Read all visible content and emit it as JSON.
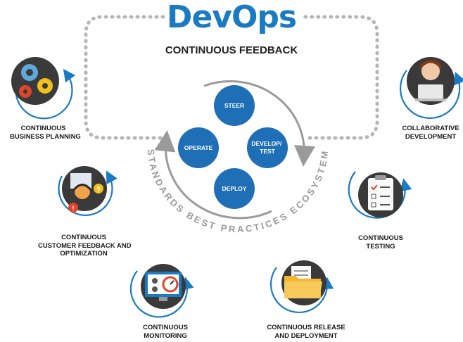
{
  "title": "DevOps",
  "subtitle": "CONTINUOUS FEEDBACK",
  "ring_text": "STANDARDS BEST PRACTICES ECOSYSTEM",
  "center": {
    "steer": "STEER",
    "operate": "OPERATE",
    "develop_test": "DEVELOP/ TEST",
    "deploy": "DEPLOY"
  },
  "stages": {
    "business_planning": [
      "CONTINUOUS",
      "BUSINESS PLANNING"
    ],
    "collaborative_development": [
      "COLLABORATIVE",
      "DEVELOPMENT"
    ],
    "customer_feedback": [
      "CONTINUOUS",
      "CUSTOMER FEEDBACK AND",
      "OPTIMIZATION"
    ],
    "testing": [
      "CONTINUOUS",
      "TESTING"
    ],
    "monitoring": [
      "CONTINUOUS",
      "MONITORING"
    ],
    "release_deployment": [
      "CONTINUOUS RELEASE",
      "AND DEPLOYMENT"
    ]
  },
  "colors": {
    "brand_blue": "#1b7bc2",
    "circle_blue": "#1f6fb7",
    "dotted_gray": "#b5b5b5",
    "ring_gray": "#9a9a9a"
  },
  "icons": {
    "business_planning": "gears-icon",
    "collaborative_development": "developer-laptop-icon",
    "customer_feedback": "support-agent-icon",
    "testing": "checklist-clipboard-icon",
    "monitoring": "monitor-gauge-icon",
    "release_deployment": "folder-documents-icon"
  }
}
